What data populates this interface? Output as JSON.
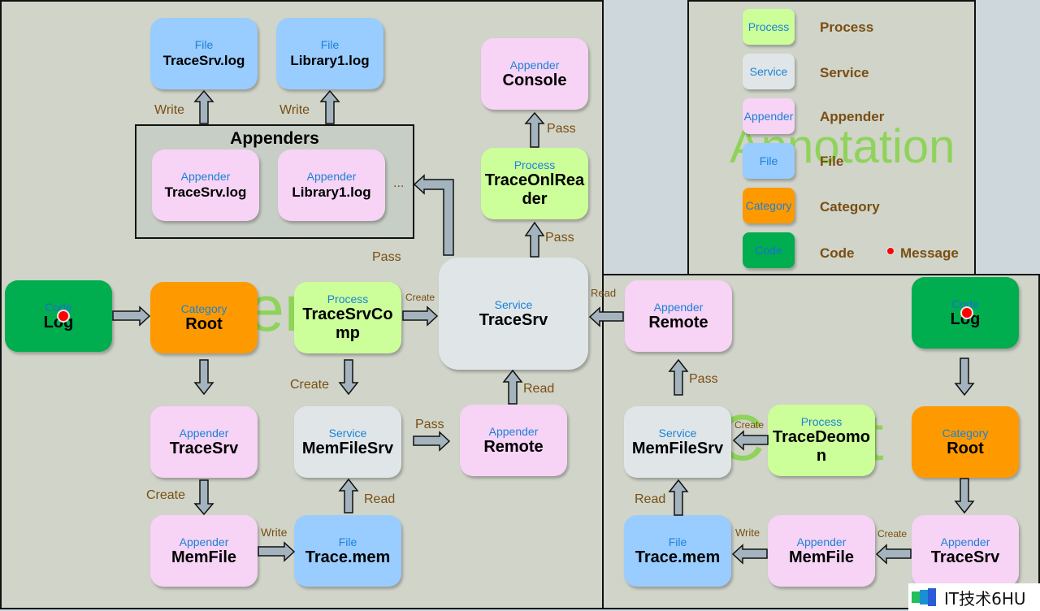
{
  "panels": {
    "server_watermark": "Server",
    "client_watermark": "Client",
    "annotation_watermark": "Annotation"
  },
  "server": {
    "files": [
      {
        "kind": "File",
        "name": "TraceSrv.log"
      },
      {
        "kind": "File",
        "name": "Library1.log"
      }
    ],
    "appenders_group": {
      "title": "Appenders",
      "items": [
        {
          "kind": "Appender",
          "name": "TraceSrv.log"
        },
        {
          "kind": "Appender",
          "name": "Library1.log"
        }
      ],
      "ellipsis": "..."
    },
    "console": {
      "kind": "Appender",
      "name": "Console"
    },
    "reader": {
      "kind": "Process",
      "name": "TraceOnlReader"
    },
    "log": {
      "kind": "Code",
      "name": "Log"
    },
    "root": {
      "kind": "Category",
      "name": "Root"
    },
    "comp": {
      "kind": "Process",
      "name": "TraceSrvComp"
    },
    "trace_srv": {
      "kind": "Service",
      "name": "TraceSrv"
    },
    "appender_trace_srv": {
      "kind": "Appender",
      "name": "TraceSrv"
    },
    "mem_file_srv": {
      "kind": "Service",
      "name": "MemFileSrv"
    },
    "remote": {
      "kind": "Appender",
      "name": "Remote"
    },
    "mem_file": {
      "kind": "Appender",
      "name": "MemFile"
    },
    "trace_mem": {
      "kind": "File",
      "name": "Trace.mem"
    },
    "labels": {
      "write1": "Write",
      "write2": "Write",
      "pass_console": "Pass",
      "pass_reader": "Pass",
      "pass_left": "Pass",
      "create_srv": "Create",
      "create_mem": "Create",
      "read_remote": "Read",
      "pass_remote": "Pass",
      "create_memfile": "Create",
      "read_mem": "Read",
      "write_mem": "Write",
      "read_client": "Read"
    }
  },
  "client": {
    "remote": {
      "kind": "Appender",
      "name": "Remote"
    },
    "log": {
      "kind": "Code",
      "name": "Log"
    },
    "mem_file_srv": {
      "kind": "Service",
      "name": "MemFileSrv"
    },
    "daemon": {
      "kind": "Process",
      "name": "TraceDeomon"
    },
    "root": {
      "kind": "Category",
      "name": "Root"
    },
    "trace_mem": {
      "kind": "File",
      "name": "Trace.mem"
    },
    "mem_file": {
      "kind": "Appender",
      "name": "MemFile"
    },
    "appender_trace_srv": {
      "kind": "Appender",
      "name": "TraceSrv"
    },
    "labels": {
      "pass": "Pass",
      "create_daemon": "Create",
      "read": "Read",
      "write": "Write",
      "create": "Create"
    }
  },
  "legend": {
    "items": [
      {
        "swatch": "Process",
        "label": "Process",
        "color": "#ccff99"
      },
      {
        "swatch": "Service",
        "label": "Service",
        "color": "#e0e6e8"
      },
      {
        "swatch": "Appender",
        "label": "Appender",
        "color": "#f7d3f5"
      },
      {
        "swatch": "File",
        "label": "File",
        "color": "#99ccff"
      },
      {
        "swatch": "Category",
        "label": "Category",
        "color": "#ff9900"
      },
      {
        "swatch": "Code",
        "label": "Code",
        "color": "#00ad4f"
      }
    ],
    "message_label": "Message",
    "message_color": "#ff0000"
  },
  "brand": {
    "text": "IT技术6HU"
  }
}
